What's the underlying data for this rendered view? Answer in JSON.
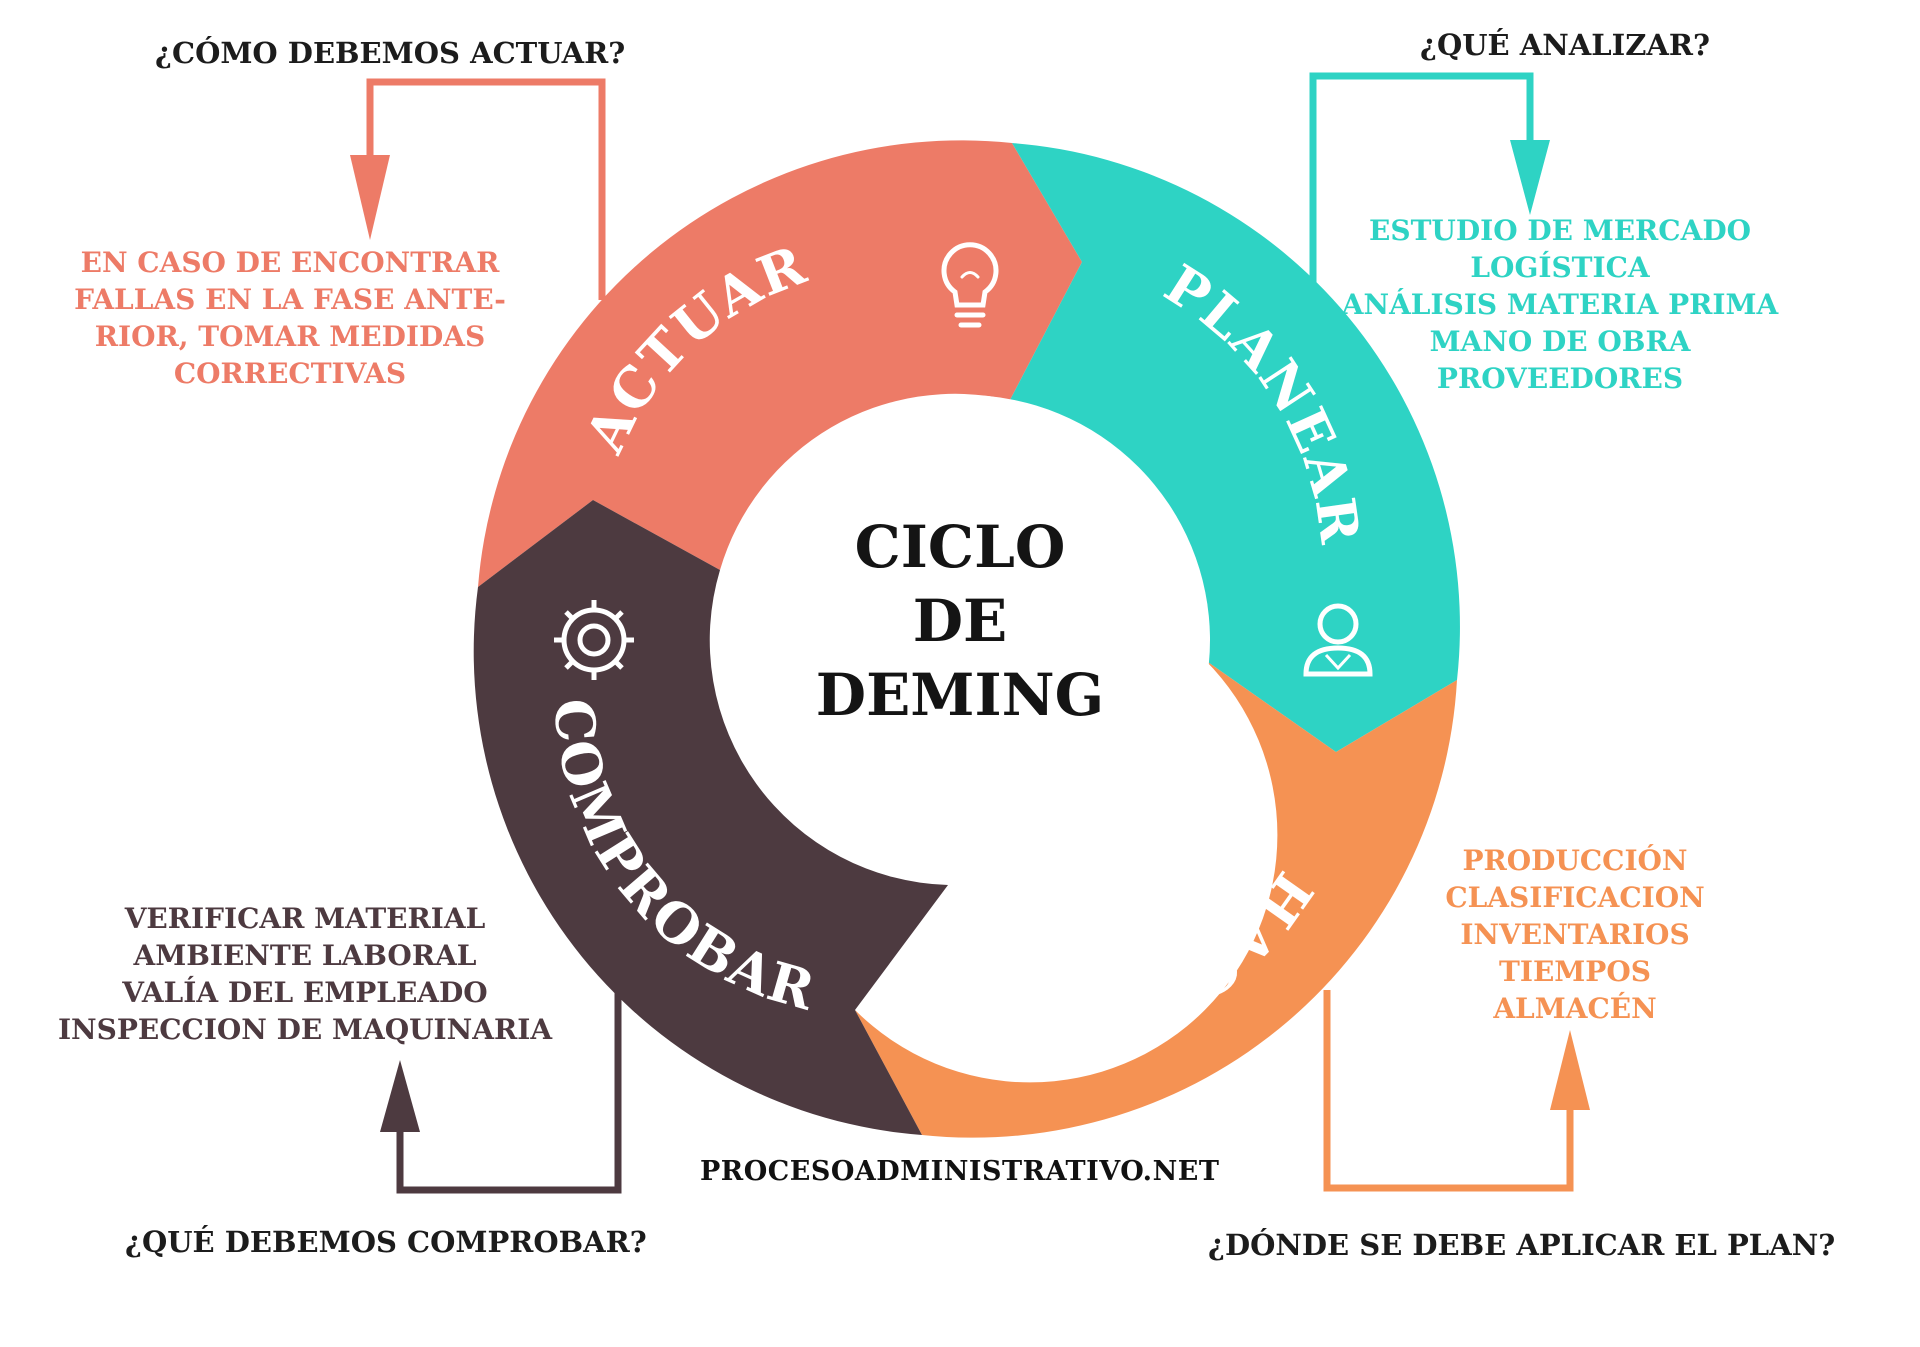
{
  "center": {
    "line1": "CICLO",
    "line2": "DE",
    "line3": "DEMING"
  },
  "segments": {
    "actuar": {
      "label": "ACTUAR",
      "color": "#ed7b67",
      "icon": "lightbulb-icon"
    },
    "planear": {
      "label": "PLANEAR",
      "color": "#2ed3c4",
      "icon": "person-icon"
    },
    "hacer": {
      "label": "HACER",
      "color": "#f59253",
      "icon": "target-icon"
    },
    "comprobar": {
      "label": "COMPROBAR",
      "color": "#4d3a40",
      "icon": "gear-icon"
    }
  },
  "questions": {
    "actuar": "¿CÓMO DEBEMOS ACTUAR?",
    "planear": "¿QUÉ ANALIZAR?",
    "comprobar": "¿QUÉ DEBEMOS COMPROBAR?",
    "hacer": "¿DÓNDE SE DEBE APLICAR EL PLAN?"
  },
  "details": {
    "actuar": [
      "EN CASO DE ENCONTRAR",
      "FALLAS EN LA FASE ANTE-",
      "RIOR, TOMAR MEDIDAS",
      "CORRECTIVAS"
    ],
    "planear": [
      "ESTUDIO DE MERCADO",
      "LOGÍSTICA",
      "ANÁLISIS MATERIA PRIMA",
      "MANO DE OBRA",
      "PROVEEDORES"
    ],
    "comprobar": [
      "VERIFICAR MATERIAL",
      "AMBIENTE LABORAL",
      "VALÍA DEL EMPLEADO",
      "INSPECCION DE MAQUINARIA"
    ],
    "hacer": [
      "PRODUCCIÓN",
      "CLASIFICACION",
      "INVENTARIOS",
      "TIEMPOS",
      "ALMACÉN"
    ]
  },
  "footer": "PROCESOADMINISTRATIVO.NET"
}
